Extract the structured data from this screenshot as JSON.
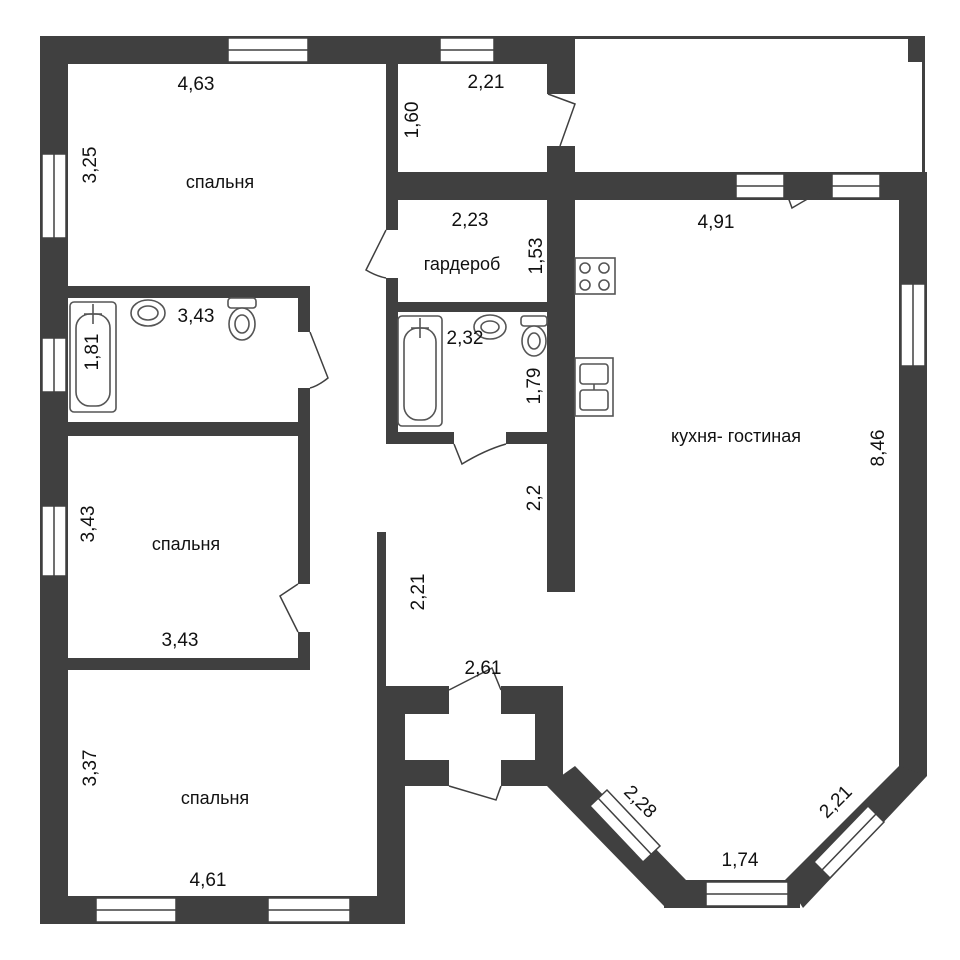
{
  "rooms": {
    "bedroom_1": "спальня",
    "bedroom_2": "спальня",
    "bedroom_3": "спальня",
    "wardrobe": "гардероб",
    "kitchen_living": "кухня- гостиная"
  },
  "dimensions": {
    "bed1_width": "4,63",
    "bed1_height": "3,25",
    "storage_width": "2,21",
    "storage_height": "1,60",
    "wardrobe_width": "2,23",
    "wardrobe_height": "1,53",
    "bath1_width": "3,43",
    "bath1_height": "1,81",
    "bath2_width": "2,32",
    "bath2_height": "1,79",
    "kitchen_top": "4,91",
    "kitchen_right": "8,46",
    "corridor_upper": "2,2",
    "corridor_lower": "2,21",
    "bed2_left": "3,43",
    "bed2_bottom": "3,43",
    "vestibule": "2,61",
    "bed3_left": "3,37",
    "bed3_bottom": "4,61",
    "bay_left": "2,28",
    "bay_bottom": "1,74",
    "bay_right": "2,21"
  },
  "colors": {
    "wall": "#404040",
    "fixture": "#555555"
  }
}
